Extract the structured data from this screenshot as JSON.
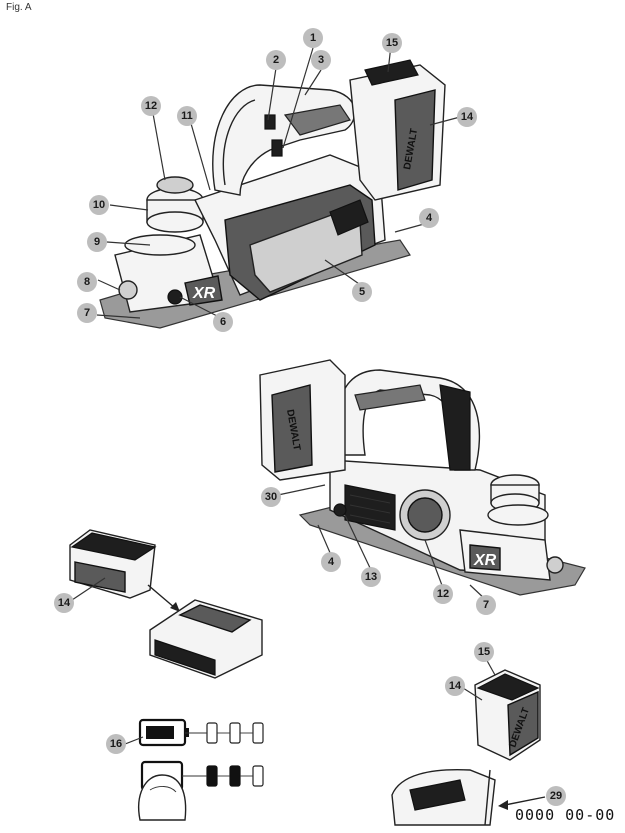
{
  "figure": {
    "label": "Fig. A",
    "doc_code": "0000  00-00"
  },
  "brand": {
    "logo_text": "DEWALT",
    "badge_text": "XR"
  },
  "callouts": {
    "c1": "1",
    "c2": "2",
    "c3": "3",
    "c4": "4",
    "c5": "5",
    "c6": "6",
    "c7": "7",
    "c8": "8",
    "c9": "9",
    "c10": "10",
    "c11": "11",
    "c12": "12",
    "c14": "14",
    "c15": "15",
    "v2_30": "30",
    "v2_4": "4",
    "v2_13": "13",
    "v2_12": "12",
    "v2_7": "7",
    "ch_14": "14",
    "ind_16": "16",
    "bp_15": "15",
    "bp_14": "14",
    "bp_29": "29"
  },
  "colors": {
    "callout_fill": "#bdbdbd",
    "base_plate": "#9a9a9a",
    "housing_dark": "#5a5a5a",
    "handle_black": "#1e1e1e"
  }
}
